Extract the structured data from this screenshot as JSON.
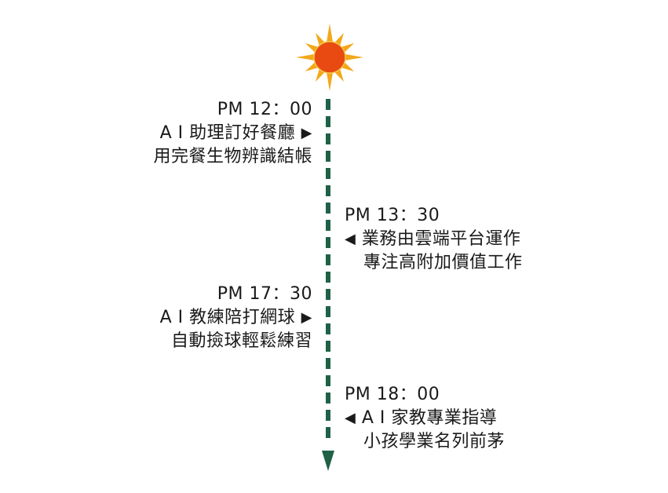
{
  "colors": {
    "timeline": "#1f6147",
    "sun_rays": "#f2a81a",
    "sun_core": "#e84a12",
    "text": "#1a1a1a"
  },
  "icons": {
    "sun": "sun-icon",
    "arrow_right": "▶",
    "arrow_left": "◀",
    "arrow_down": "timeline-arrow-down-icon"
  },
  "timeline": {
    "entries": [
      {
        "time": "PM 12：00",
        "line1": "A I 助理訂好餐廳",
        "line2": "用完餐生物辨識結帳",
        "side": "left"
      },
      {
        "time": "PM 13：30",
        "line1": "業務由雲端平台運作",
        "line2": "專注高附加價值工作",
        "side": "right"
      },
      {
        "time": "PM 17：30",
        "line1": "A I 教練陪打網球",
        "line2": "自動撿球輕鬆練習",
        "side": "left"
      },
      {
        "time": "PM 18：00",
        "line1": "A I 家教專業指導",
        "line2": "小孩學業名列前茅",
        "side": "right"
      }
    ]
  }
}
